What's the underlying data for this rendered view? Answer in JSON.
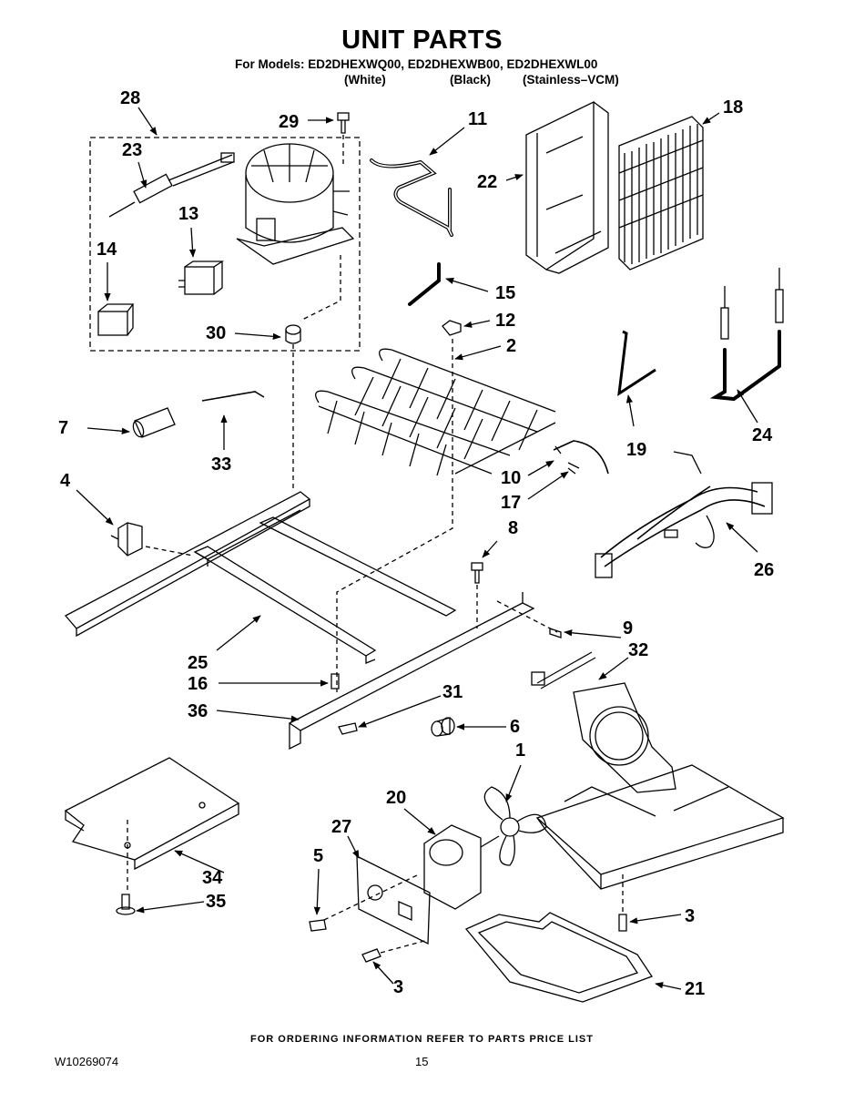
{
  "header": {
    "title": "UNIT PARTS",
    "models_line": "For Models: ED2DHEXWQ00, ED2DHEXWB00, ED2DHEXWL00",
    "variants": [
      "(White)",
      "(Black)",
      "(Stainless–VCM)"
    ]
  },
  "callouts": [
    {
      "id": "c28",
      "label": "28"
    },
    {
      "id": "c29",
      "label": "29"
    },
    {
      "id": "c23",
      "label": "23"
    },
    {
      "id": "c13",
      "label": "13"
    },
    {
      "id": "c14",
      "label": "14"
    },
    {
      "id": "c30",
      "label": "30"
    },
    {
      "id": "c11",
      "label": "11"
    },
    {
      "id": "c22",
      "label": "22"
    },
    {
      "id": "c18",
      "label": "18"
    },
    {
      "id": "c15",
      "label": "15"
    },
    {
      "id": "c12",
      "label": "12"
    },
    {
      "id": "c2",
      "label": "2"
    },
    {
      "id": "c19",
      "label": "19"
    },
    {
      "id": "c24",
      "label": "24"
    },
    {
      "id": "c7",
      "label": "7"
    },
    {
      "id": "c33",
      "label": "33"
    },
    {
      "id": "c4",
      "label": "4"
    },
    {
      "id": "c10",
      "label": "10"
    },
    {
      "id": "c17",
      "label": "17"
    },
    {
      "id": "c26",
      "label": "26"
    },
    {
      "id": "c8",
      "label": "8"
    },
    {
      "id": "c9",
      "label": "9"
    },
    {
      "id": "c32",
      "label": "32"
    },
    {
      "id": "c25",
      "label": "25"
    },
    {
      "id": "c16",
      "label": "16"
    },
    {
      "id": "c31",
      "label": "31"
    },
    {
      "id": "c36",
      "label": "36"
    },
    {
      "id": "c6",
      "label": "6"
    },
    {
      "id": "c1",
      "label": "1"
    },
    {
      "id": "c20",
      "label": "20"
    },
    {
      "id": "c27",
      "label": "27"
    },
    {
      "id": "c5",
      "label": "5"
    },
    {
      "id": "c34",
      "label": "34"
    },
    {
      "id": "c35",
      "label": "35"
    },
    {
      "id": "c3a",
      "label": "3"
    },
    {
      "id": "c3b",
      "label": "3"
    },
    {
      "id": "c21",
      "label": "21"
    }
  ],
  "footer": {
    "ordering_note": "FOR ORDERING INFORMATION REFER TO PARTS PRICE LIST",
    "document_number": "W10269074",
    "page_number": "15"
  }
}
